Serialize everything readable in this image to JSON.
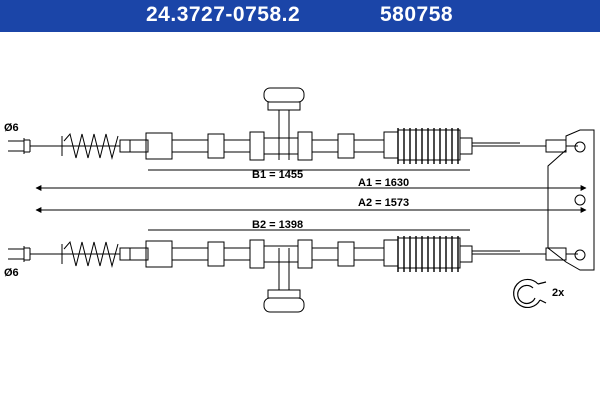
{
  "header": {
    "part_number": "24.3727-0758.2",
    "ref_number": "580758",
    "bg_color": "#1b45a8"
  },
  "labels": {
    "dia_top": "Ø6",
    "dia_bottom": "Ø6",
    "b1": "B1 = 1455",
    "a1": "A1 = 1630",
    "a2": "A2 = 1573",
    "b2": "B2 = 1398",
    "clip_qty": "2x"
  }
}
